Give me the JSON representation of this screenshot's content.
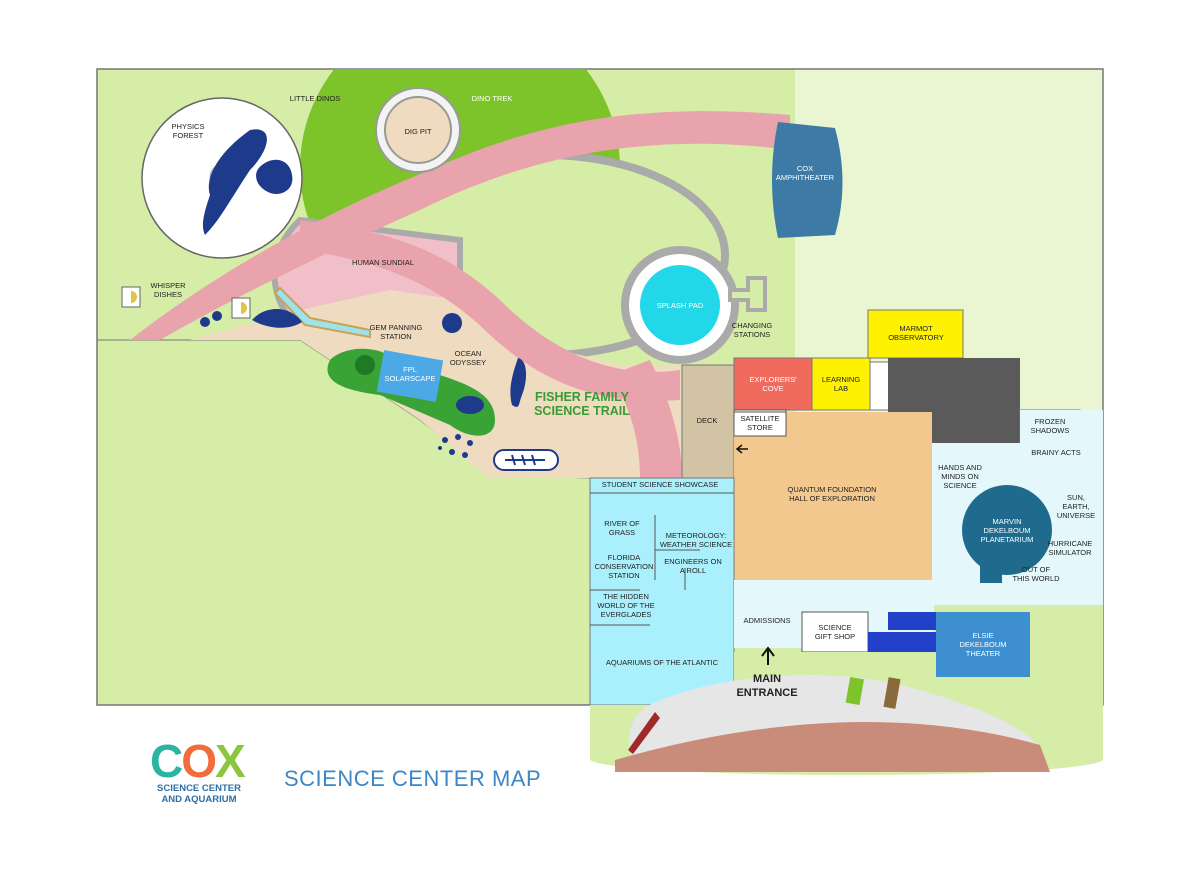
{
  "title": "SCIENCE CENTER MAP",
  "logo": {
    "word_letters": [
      "C",
      "O",
      "X"
    ],
    "letter_colors": [
      "#2bb3a4",
      "#f26b3a",
      "#8cc63f"
    ],
    "line1": "SCIENCE CENTER",
    "line2": "AND AQUARIUM"
  },
  "trail_name": [
    "FISHER FAMILY",
    "SCIENCE TRAIL"
  ],
  "entrance": [
    "MAIN",
    "ENTRANCE"
  ],
  "labels": {
    "little_dinos": "LITTLE DINOS",
    "dino_trek": "DINO TREK",
    "dig_pit": "DIG PIT",
    "physics_forest": [
      "PHYSICS",
      "FOREST"
    ],
    "cox_amphitheater": [
      "COX",
      "AMPHITHEATER"
    ],
    "human_sundial": "HUMAN SUNDIAL",
    "whisper_dishes": [
      "WHISPER",
      "DISHES"
    ],
    "splash_pad": "SPLASH PAD",
    "changing_stations": [
      "CHANGING",
      "STATIONS"
    ],
    "gem_panning": [
      "GEM PANNING",
      "STATION"
    ],
    "ocean_odyssey": [
      "OCEAN",
      "ODYSSEY"
    ],
    "fpl_solarscape": [
      "FPL",
      "SOLARSCAPE"
    ],
    "marmot_observatory": [
      "MARMOT",
      "OBSERVATORY"
    ],
    "explorers_cove": [
      "EXPLORERS'",
      "COVE"
    ],
    "learning_lab": [
      "LEARNING",
      "LAB"
    ],
    "deck": "DECK",
    "satellite_store": [
      "SATELLITE",
      "STORE"
    ],
    "frozen_shadows": [
      "FROZEN",
      "SHADOWS"
    ],
    "brainy_acts": "BRAINY ACTS",
    "quantum_hall": [
      "QUANTUM FOUNDATION",
      "HALL OF EXPLORATION"
    ],
    "hands_minds": [
      "HANDS AND",
      "MINDS ON",
      "SCIENCE"
    ],
    "planetarium": [
      "MARVIN",
      "DEKELBOUM",
      "PLANETARIUM"
    ],
    "sun_earth": [
      "SUN,",
      "EARTH,",
      "UNIVERSE"
    ],
    "hurricane": [
      "HURRICANE",
      "SIMULATOR"
    ],
    "out_of_world": [
      "OUT OF",
      "THIS WORLD"
    ],
    "student_showcase": "STUDENT SCIENCE SHOWCASE",
    "river_of_grass": [
      "RIVER OF",
      "GRASS"
    ],
    "meteorology": [
      "METEOROLOGY:",
      "WEATHER SCIENCE"
    ],
    "florida_conservation": [
      "FLORIDA",
      "CONSERVATION",
      "STATION"
    ],
    "engineers": [
      "ENGINEERS ON",
      "A ROLL"
    ],
    "hidden_world": [
      "THE HIDDEN",
      "WORLD OF THE",
      "EVERGLADES"
    ],
    "admissions": "ADMISSIONS",
    "gift_shop": [
      "SCIENCE",
      "GIFT SHOP"
    ],
    "elsie_theater": [
      "ELSIE",
      "DEKELBOUM",
      "THEATER"
    ],
    "aquariums": "AQUARIUMS OF THE ATLANTIC"
  },
  "colors": {
    "grass": "#d5eda7",
    "grass_light": "#eaf6d2",
    "path_pink": "#e8a3ad",
    "dino_green": "#7dc42b",
    "sand": "#efdcc0",
    "navy": "#1e3a8a",
    "aqua": "#aaf0fc",
    "hall": "#f2c88e",
    "amphitheater": "#3d7ba6",
    "red_cove": "#f06a5e",
    "yellow": "#fff200",
    "gray_dark": "#5a5a5a",
    "blue_restroom": "#2340c8",
    "splash": "#22d8e8"
  }
}
